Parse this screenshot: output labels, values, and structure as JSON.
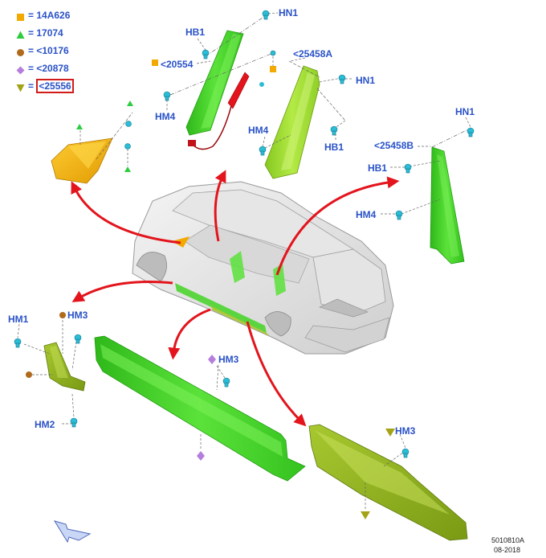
{
  "legend": [
    {
      "symbol": "square",
      "color": "#f2a900",
      "text": "= 14A626",
      "highlighted": false
    },
    {
      "symbol": "triangle",
      "color": "#2ecc40",
      "text": "= 17074",
      "highlighted": false
    },
    {
      "symbol": "circle",
      "color": "#b06a1c",
      "text": "= <10176",
      "highlighted": false
    },
    {
      "symbol": "diamond",
      "color": "#b57edc",
      "text": "= <20878",
      "highlighted": false
    },
    {
      "symbol": "triangle-down",
      "color": "#a3a317",
      "text": "= <25556",
      "highlighted": true
    }
  ],
  "labels": {
    "hn1_top": "HN1",
    "hb1_top": "HB1",
    "part_20554": "<20554",
    "hm4_left": "HM4",
    "part_25458a": "<25458A",
    "hn1_mid": "HN1",
    "hm4_mid": "HM4",
    "hb1_mid": "HB1",
    "hn1_right": "HN1",
    "part_25458b": "<25458B",
    "hb1_right": "HB1",
    "hm4_right": "HM4",
    "hm1_left": "HM1",
    "hm3_left": "HM3",
    "hm2_left": "HM2",
    "hm3_center": "HM3",
    "hm3_right": "HM3"
  },
  "footer": {
    "figure_id": "5010810A",
    "date": "08-2018"
  },
  "colors": {
    "label_blue": "#2a52c8",
    "arrow_red": "#e3141c",
    "green_part": "#43d424",
    "yellow_green_part": "#9bd62c",
    "orange_part": "#f2a900",
    "olive_part": "#9cb82a",
    "fastener_cyan": "#2bbcd6",
    "highlight_red": "#d21b1b"
  },
  "icons": {
    "fastener": "clip-fastener-icon",
    "direction": "front-direction-arrow-icon"
  }
}
